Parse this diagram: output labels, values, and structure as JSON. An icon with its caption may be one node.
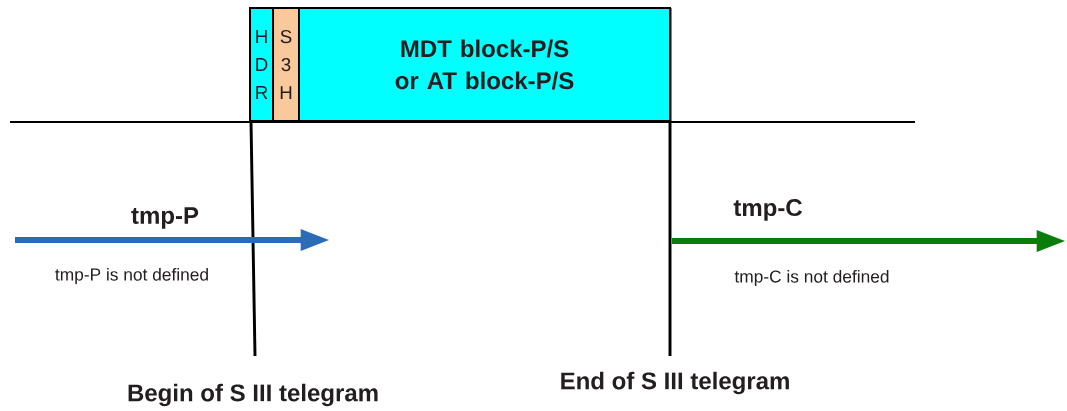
{
  "diagram": {
    "nodes": [
      {
        "text": [
          "H D R"
        ]
      },
      {
        "text": [
          "S 3 H"
        ]
      },
      {
        "text": [
          "MDT block-P/S or AT block-P/S"
        ]
      }
    ],
    "labels": [
      "tmp-P",
      "tmp-P is not defined",
      "tmp-C",
      "tmp-C is not defined",
      "Begin of S III telegram",
      "End of S III telegram"
    ]
  }
}
